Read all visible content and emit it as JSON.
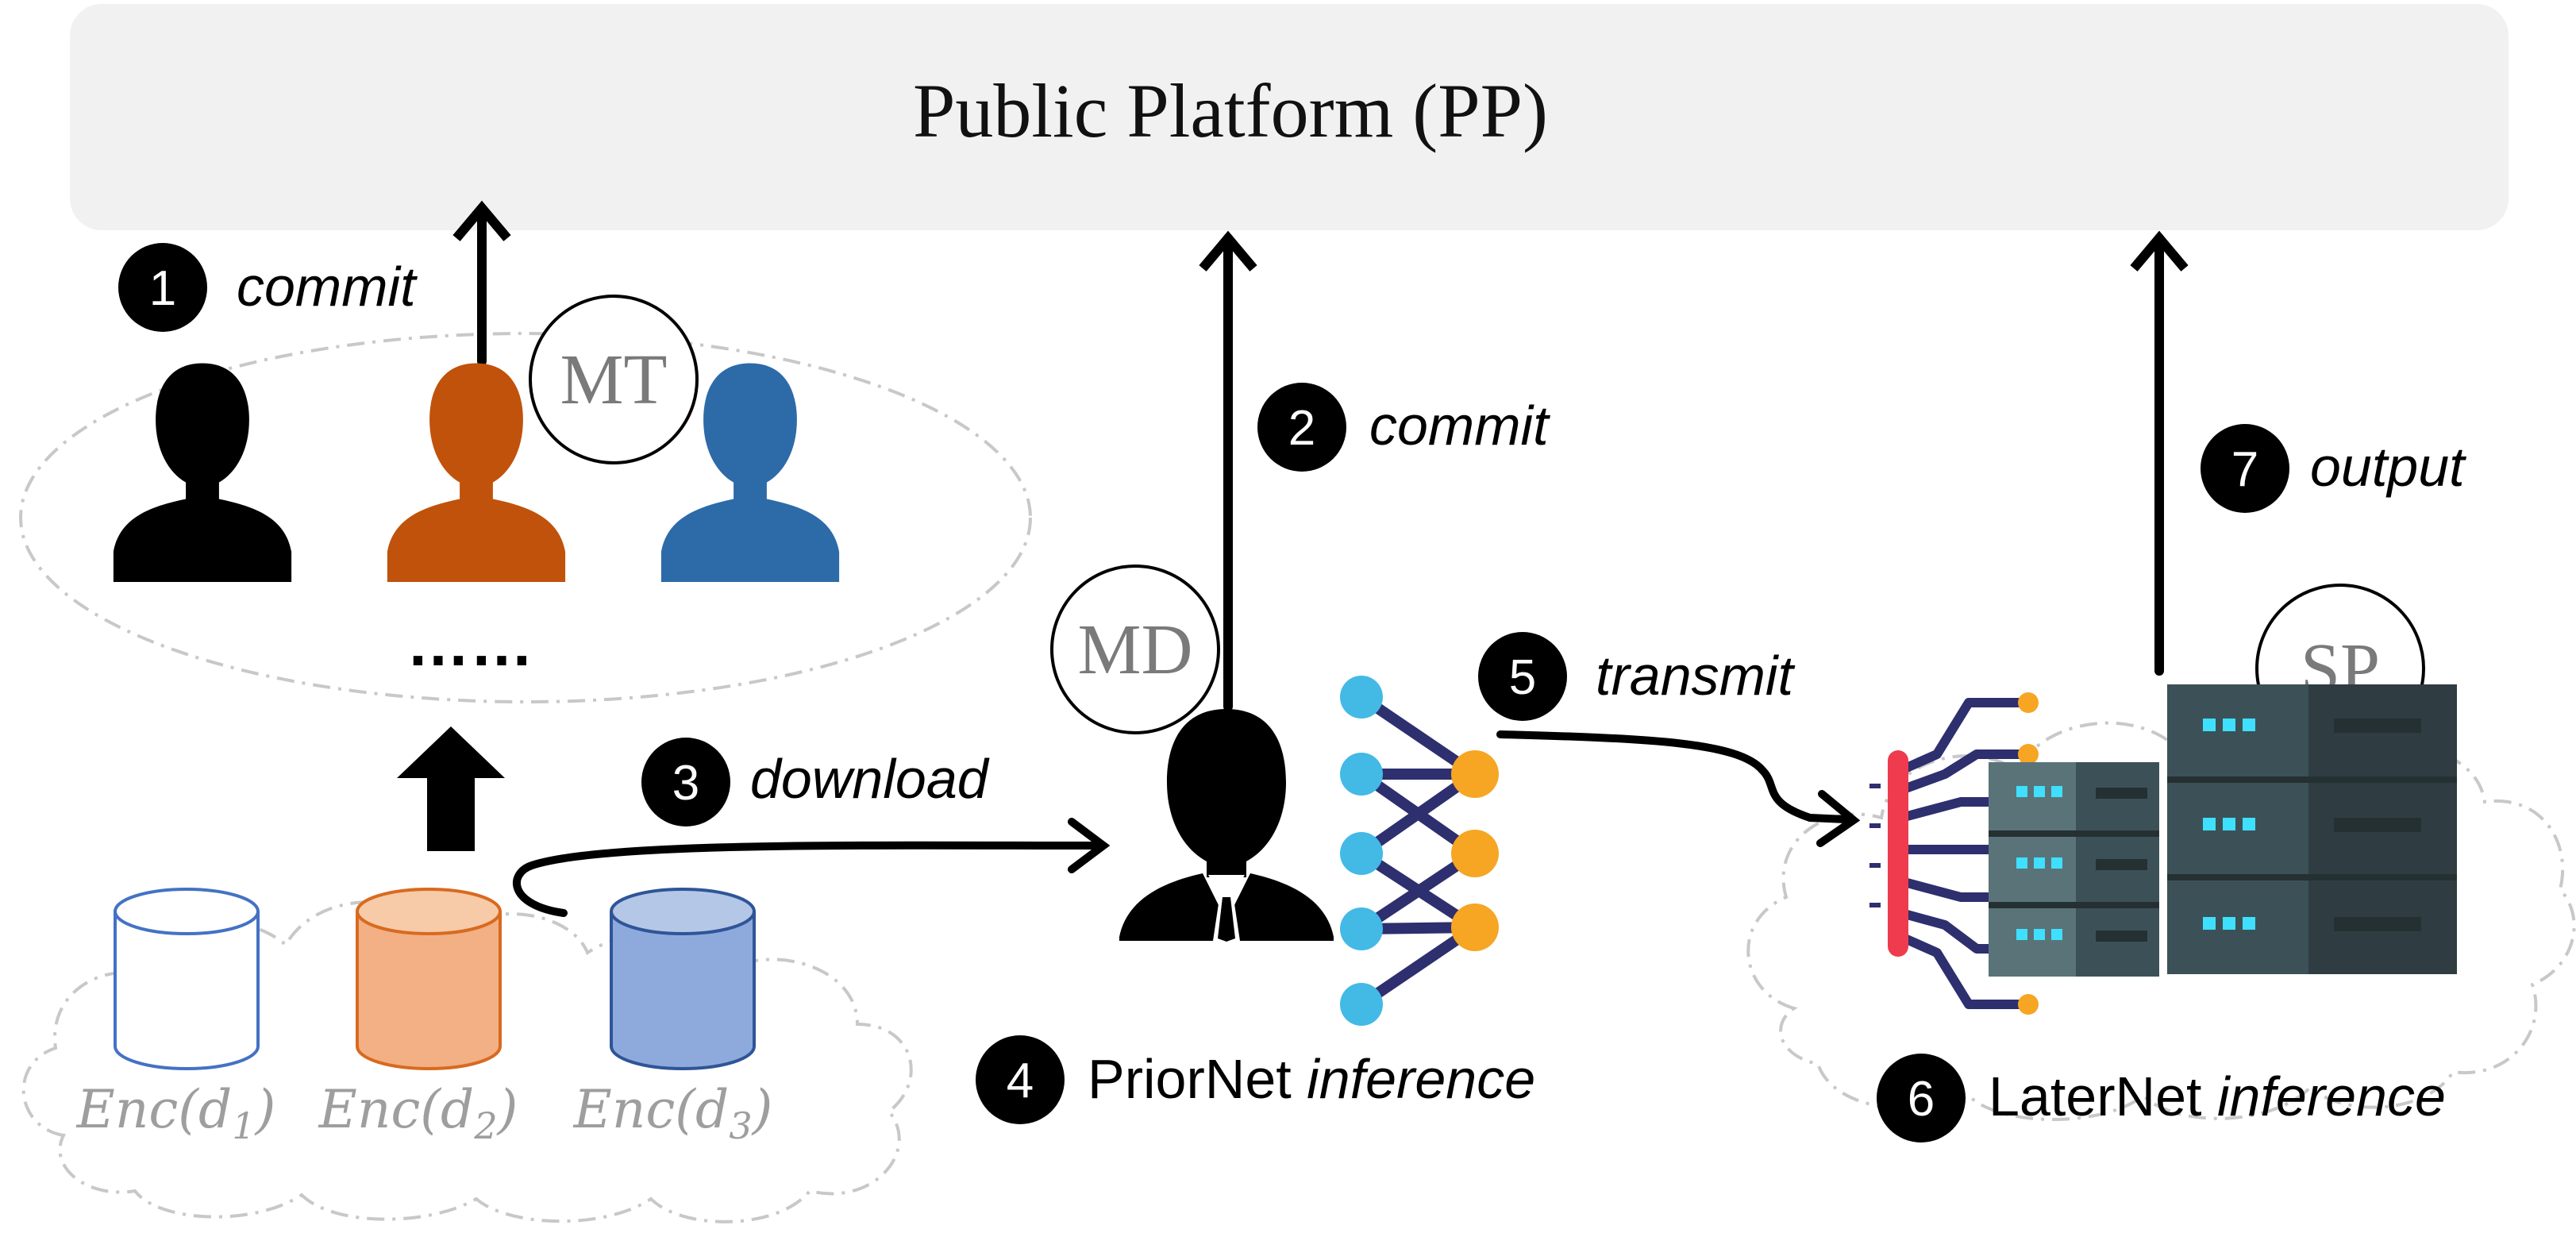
{
  "platform": {
    "title": "Public Platform (PP)"
  },
  "roles": {
    "mt": "MT",
    "md": "MD",
    "sp": "SP"
  },
  "ellipsis": "……",
  "steps": [
    {
      "num": "1",
      "text": "commit"
    },
    {
      "num": "2",
      "text": "commit"
    },
    {
      "num": "3",
      "text": "download"
    },
    {
      "num": "4",
      "plain": "PriorNet ",
      "italic": "inference"
    },
    {
      "num": "5",
      "text": "transmit"
    },
    {
      "num": "6",
      "plain": "LaterNet ",
      "italic": "inference"
    },
    {
      "num": "7",
      "text": "output"
    }
  ],
  "datasets": [
    {
      "base": "Enc(d",
      "sub": "1",
      "close": ")"
    },
    {
      "base": "Enc(d",
      "sub": "2",
      "close": ")"
    },
    {
      "base": "Enc(d",
      "sub": "3",
      "close": ")"
    }
  ],
  "colors": {
    "platform_fill": "#f1f1f1",
    "user_black": "#000000",
    "user_orange": "#c0520b",
    "user_blue": "#2d6aa8",
    "cyl_orange_fill": "#f2b084",
    "cyl_orange_stroke": "#d86a1f",
    "cyl_blue_fill": "#8eaadc",
    "cyl_blue_stroke": "#2f5597",
    "cyl_white_stroke": "#4472c4",
    "nn_input": "#43b9e6",
    "nn_output": "#f6a623",
    "nn_edge": "#2e2f6e",
    "server_dark": "#2f3d42",
    "server_mid": "#3c5157",
    "server_light": "#5a7379",
    "server_led": "#3fe0ff",
    "connector_red": "#ef3b4e",
    "cloud_stroke": "#c8c8c8",
    "dataset_text": "#9e9e9e"
  }
}
